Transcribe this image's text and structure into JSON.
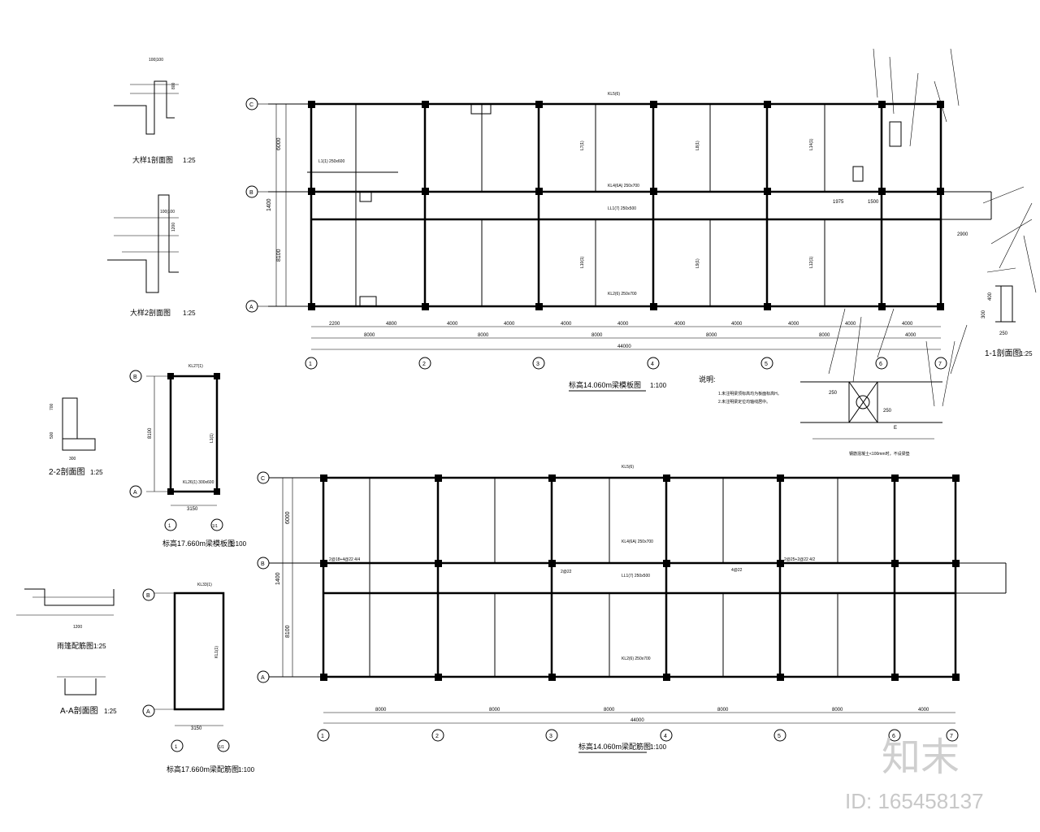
{
  "titles": {
    "plan1": "标高14.060m梁模板图",
    "plan1_scale": "1:100",
    "plan2": "标高14.060m梁配筋图",
    "plan2_scale": "1:100",
    "small_plan1": "标高17.660m梁模板图",
    "small_plan1_scale": "1:100",
    "small_plan2": "标高17.660m梁配筋图",
    "small_plan2_scale": "1:100",
    "sec_big1": "大样1剖面图",
    "sec_big1_scale": "1:25",
    "sec_big2": "大样2剖面图",
    "sec_big2_scale": "1:25",
    "sec22": "2-2剖面图",
    "sec22_scale": "1:25",
    "rain": "雨篷配筋图",
    "rain_scale": "1:25",
    "secAA": "A-A剖面图",
    "secAA_scale": "1:25",
    "sec11": "1-1剖面图",
    "sec11_scale": "1:25"
  },
  "notes": {
    "heading": "说明:",
    "line1": "1.未注明梁顶标高均为板面标高H。",
    "line2": "2.未注明梁定位均轴线居中。",
    "detail_note": "钢筋混凝土<100mm时，不设梁垫"
  },
  "axes": {
    "vertical": [
      "1",
      "2",
      "3",
      "4",
      "5",
      "6",
      "7"
    ],
    "horizontal": [
      "C",
      "B",
      "A"
    ],
    "small_vertical": [
      "1",
      "1/1"
    ],
    "small_horizontal": [
      "B",
      "A"
    ]
  },
  "dims": {
    "plan1_spans": [
      "2200",
      "4800",
      "4000",
      "4000",
      "4000",
      "4000",
      "4000",
      "4000",
      "4000",
      "4000",
      "4000"
    ],
    "plan1_bays": [
      "8000",
      "8000",
      "8000",
      "8000",
      "8000",
      "4000"
    ],
    "total": "44000",
    "left_top": "6000",
    "left_mid": "1400",
    "left_bot": "8100",
    "plan2_bays": [
      "8000",
      "8000",
      "8000",
      "8000",
      "8000",
      "4000"
    ],
    "small_width": "3150",
    "small_height": "8100",
    "dim_2900": "2900",
    "dim_1975": "1975",
    "dim_1500": "1500"
  },
  "beam_labels": {
    "p1_top": "KL5(6)",
    "p1_mid": "LL1(7) 250x500",
    "p1_mid2": "KL4(6A) 250x700",
    "p1_bot": "KL2(6) 250x700",
    "p1_l1": "L1(1) 250x600",
    "p1_l7": "L7(1)",
    "p1_l8": "L8(1)",
    "p1_l9": "L9(1)",
    "p1_l10": "L10(1)",
    "p1_l12": "L12(1)",
    "p1_l14": "L14(1)",
    "p2_top": "KL5(6)",
    "p2_mid": "LL1(7) 250x500",
    "p2_mid2": "KL4(6A) 250x700",
    "p2_bot": "KL2(6) 250x700",
    "sp1_kl27": "KL27(1)",
    "sp1_kl26": "KL26(1) 300x600",
    "sp1_l1": "L1(1)",
    "sp2_kl33": "KL33(1)",
    "sp2_kl1": "KL1(1)",
    "rebar_a": "2@18+4@22 4/4",
    "rebar_b": "2@22",
    "rebar_c": "4@22",
    "rebar_d": "2@25+2@22 4/2"
  },
  "watermark": {
    "logo": "知末",
    "id": "ID: 165458137"
  }
}
